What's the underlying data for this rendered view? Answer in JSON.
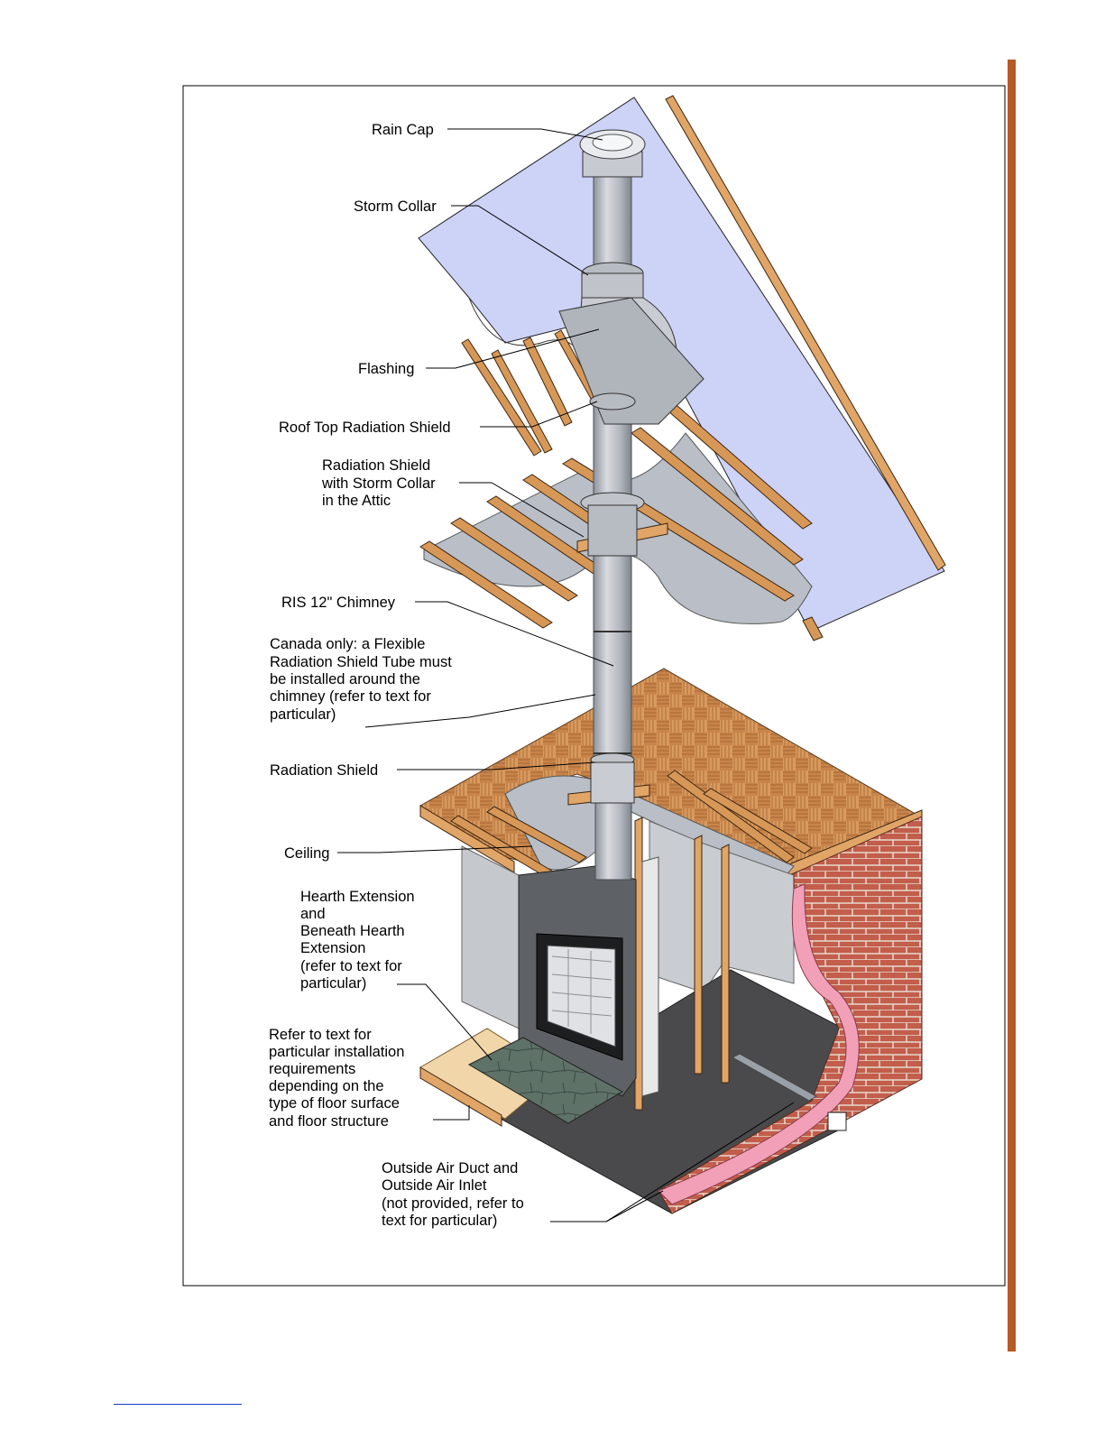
{
  "labels": {
    "rain_cap": "Rain Cap",
    "storm_collar": "Storm Collar",
    "flashing": "Flashing",
    "roof_top_radiation_shield": "Roof Top Radiation Shield",
    "attic_shield": [
      "Radiation Shield",
      "with Storm Collar",
      "in the Attic"
    ],
    "chimney": "RIS 12\" Chimney",
    "canada_note": [
      "Canada only: a Flexible",
      "Radiation Shield Tube must",
      "be installed around the",
      "chimney (refer to text for",
      "particular)"
    ],
    "radiation_shield": "Radiation Shield",
    "ceiling": "Ceiling",
    "hearth": [
      "Hearth Extension",
      "and",
      "Beneath Hearth",
      "Extension",
      "(refer to text for",
      "particular)"
    ],
    "floor_note": [
      "Refer to text for",
      "particular installation",
      "requirements",
      "depending on the",
      "type of floor surface",
      "and floor structure"
    ],
    "outside_air": [
      "Outside Air Duct and",
      "Outside Air Inlet",
      "(not provided, refer to",
      "text for particular)"
    ]
  },
  "colors": {
    "page_bar": "#b65a26",
    "roof": "#cdd2f7",
    "wood": "#e0a567",
    "parquet": "#c8844a",
    "brick": "#c25e4b",
    "insulation_pink": "#f2a0b8",
    "pipe": "#b9bcc2",
    "stone": "#5e6266",
    "floor": "#4a4a4c",
    "footer_link": "#1a37c9"
  }
}
